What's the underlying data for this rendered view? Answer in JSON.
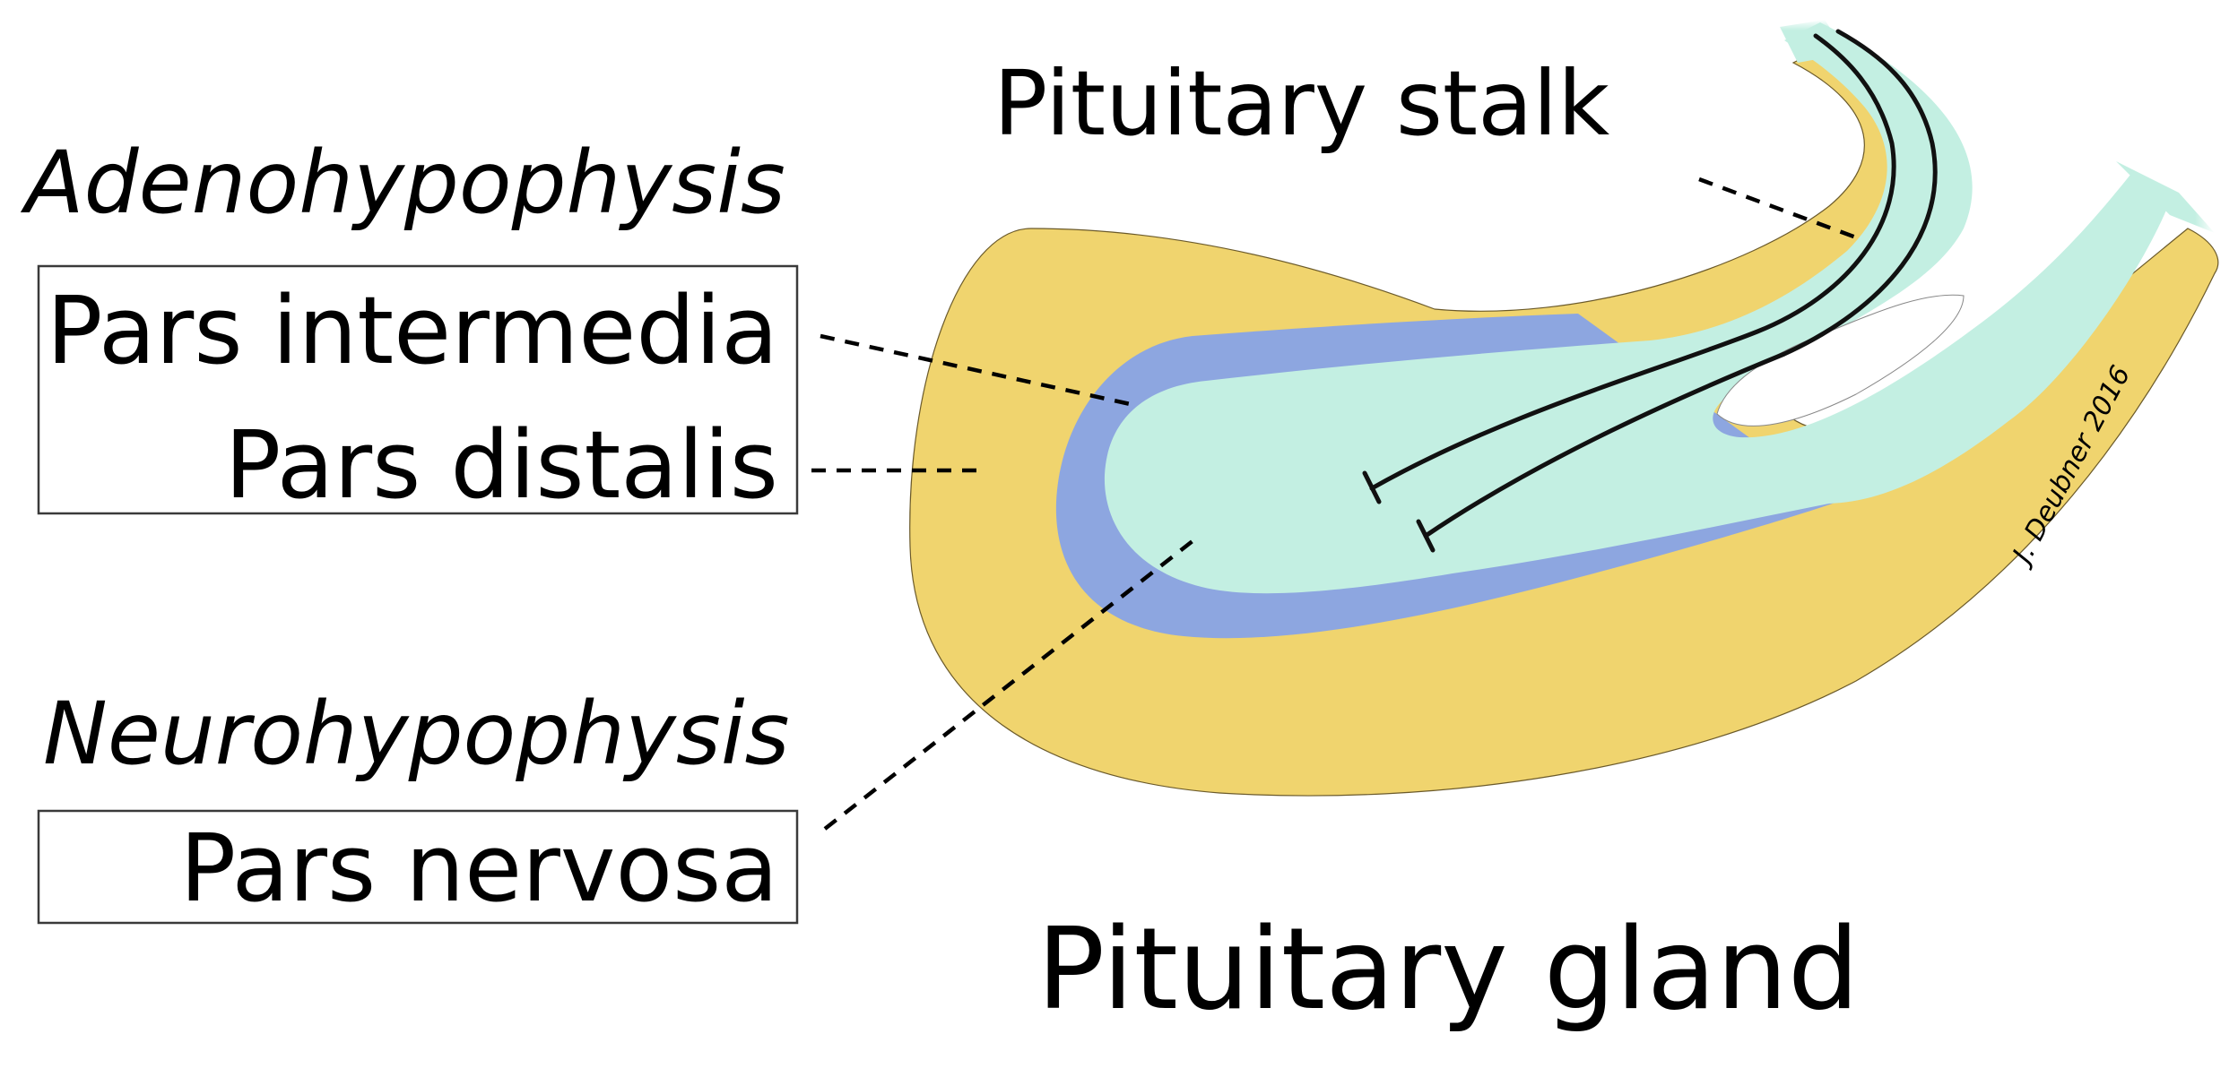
{
  "title": "Pituitary gland",
  "labels": {
    "adenohypophysis_heading": "Adenohypophysis",
    "pars_intermedia": "Pars intermedia",
    "pars_distalis": "Pars distalis",
    "neurohypophysis_heading": "Neurohypophysis",
    "pars_nervosa": "Pars nervosa",
    "pituitary_stalk": "Pituitary stalk"
  },
  "signature": "J. Deubner 2016",
  "colors": {
    "adenohypophysis": "#f0d46e",
    "pars_intermedia": "#8da6e0",
    "neurohypophysis": "#c3efe2",
    "background": "#ffffff"
  }
}
